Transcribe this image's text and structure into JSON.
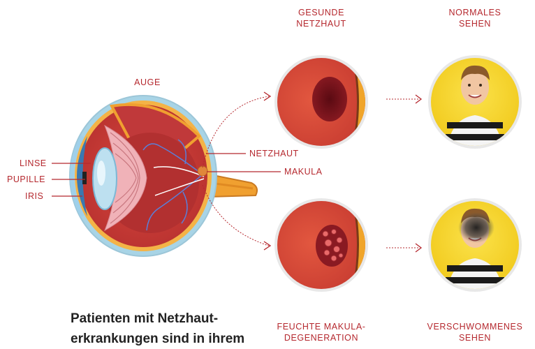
{
  "labels": {
    "auge": "AUGE",
    "gesunde_netzhaut": [
      "GESUNDE",
      "NETZHAUT"
    ],
    "normales_sehen": [
      "NORMALES",
      "SEHEN"
    ],
    "feuchte_makula": [
      "FEUCHTE MAKULA-",
      "DEGENERATION"
    ],
    "verschwommenes_sehen": [
      "VERSCHWOMMENES",
      "SEHEN"
    ],
    "linse": "LINSE",
    "pupille": "PUPILLE",
    "iris": "IRIS",
    "netzhaut": "NETZHAUT",
    "makula": "MAKULA"
  },
  "headline": [
    "Patienten mit Netzhaut-",
    "erkrankungen sind in ihrem"
  ],
  "colors": {
    "accent": "#b5282e",
    "retina_red": "#d9473a",
    "macula_dark": "#6e1018",
    "retina_edge": "#f0a52a",
    "background_yellow": "#f4d41f"
  }
}
